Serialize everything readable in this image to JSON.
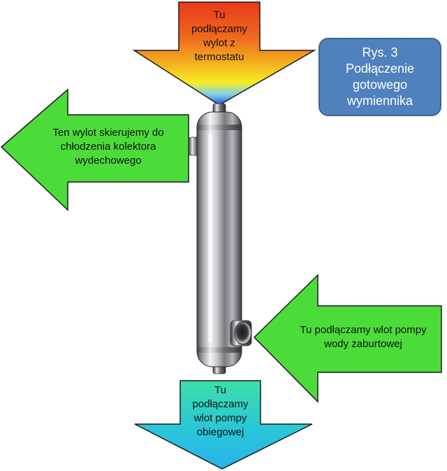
{
  "arrows": {
    "top": {
      "label": "Tu podłączamy wylot z termostatu",
      "lines": [
        "Tu",
        "podłączamy",
        "wylot z",
        "termostatu"
      ]
    },
    "left": {
      "label": "Ten wylot skierujemy do chłodzenia kolektora wydechowego",
      "lines": [
        "Ten wylot skierujemy do",
        "chłodzenia kolektora",
        "wydechowego"
      ],
      "color": "#4cdc3a"
    },
    "right": {
      "label": "Tu podłączamy wlot pompy wody zaburtowej",
      "lines": [
        "Tu podłączamy wlot pompy",
        "wody zaburtowej"
      ],
      "color": "#4cdc3a"
    },
    "bottom": {
      "label": "Tu podłączamy wlot pompy obiegowej",
      "lines": [
        "Tu",
        "podłączamy",
        "wlot pompy",
        "obiegowej"
      ]
    }
  },
  "caption": {
    "text": "Rys. 3\nPodłączenie\ngotowego\nwymiennika",
    "color": "#4f81bd"
  },
  "exchanger": {
    "name": "heat-exchanger",
    "material": "stainless steel"
  }
}
